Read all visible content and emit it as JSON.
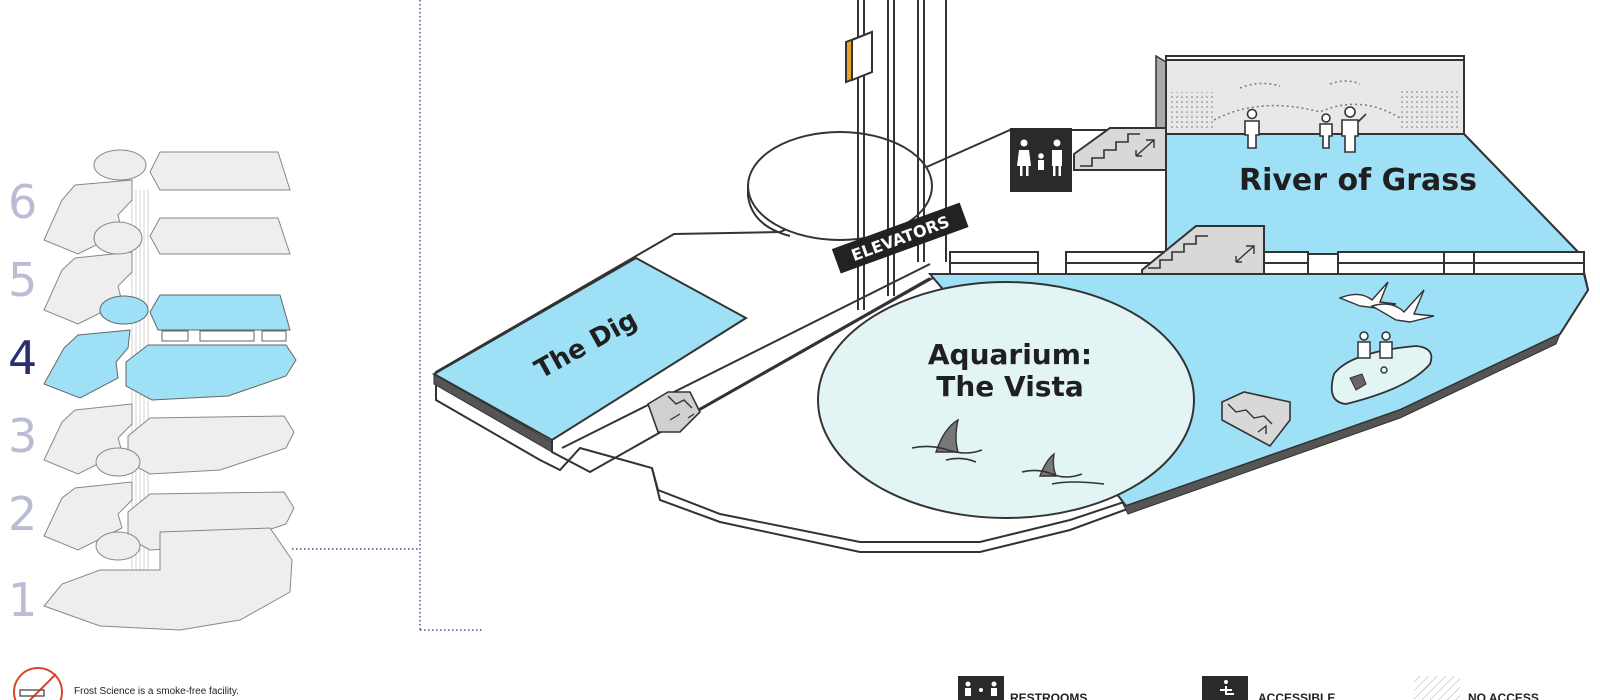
{
  "floor_selector": {
    "floors": [
      "6",
      "5",
      "4",
      "3",
      "2",
      "1"
    ],
    "active_floor": "4"
  },
  "map": {
    "areas": {
      "the_dig": "The Dig",
      "aquarium_line1": "Aquarium:",
      "aquarium_line2": "The Vista",
      "river_of_grass": "River of Grass",
      "elevators": "ELEVATORS"
    }
  },
  "footer": {
    "smoke_free_note": "Frost Science is a smoke-free facility."
  },
  "legend": {
    "restrooms": "RESTROOMS",
    "accessible": "ACCESSIBLE",
    "no_access": "NO ACCESS"
  },
  "colors": {
    "water_blue": "#9ee0f6",
    "aquarium_pale": "#e3f4f5",
    "floor_grey": "#eeeeee",
    "active_floor_text": "#2b2e72",
    "inactive_floor_text": "#b9bcd4",
    "leader_line": "#2b2e72",
    "no_smoking_red": "#d9462f"
  },
  "icons": [
    "restroom-icon",
    "accessible-icon",
    "no-access-pattern-icon",
    "no-smoking-icon",
    "stairs-icon",
    "shark-fin-icon",
    "bird-icon",
    "visitor-figure-icon",
    "fire-alarm-icon"
  ]
}
